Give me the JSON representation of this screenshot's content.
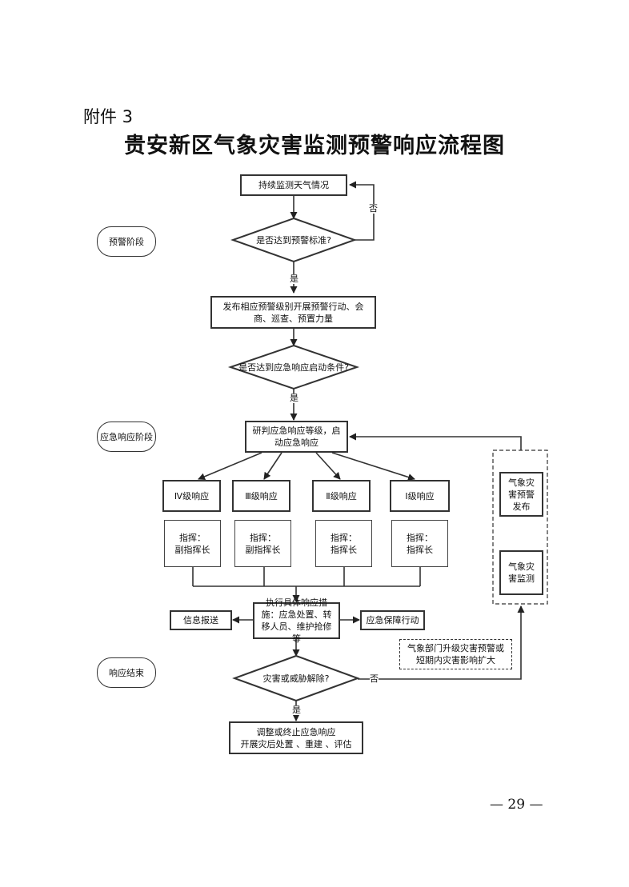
{
  "header": {
    "attachment": "附件 3",
    "title": "贵安新区气象灾害监测预警响应流程图"
  },
  "stages": {
    "warning": "预警阶段",
    "emergency": "应急响应阶段",
    "end": "响应结束"
  },
  "nodes": {
    "monitor": "持续监测天气情况",
    "q_warning": "是否达到预警标准?",
    "issue_warning": "发布相应预警级别开展预警行动、会商、巡查、预置力量",
    "q_emergency": "是否达到应急响应启动条件?",
    "judge": "研判应急响应等级，启动应急响应",
    "levels": [
      {
        "name": "Ⅳ级响应",
        "command": "指挥：\n副指挥长"
      },
      {
        "name": "Ⅲ级响应",
        "command": "指挥：\n副指挥长"
      },
      {
        "name": "Ⅱ级响应",
        "command": "指挥：\n指挥长"
      },
      {
        "name": "Ⅰ级响应",
        "command": "指挥：\n指挥长"
      }
    ],
    "execute": "执行具体响应措施：应急处置、转移人员、维护抢修等",
    "info_report": "信息报送",
    "support": "应急保障行动",
    "q_lifted": "灾害或威胁解除?",
    "adjust": "调整或终止应急响应\n开展灾后处置 、重建 、评估",
    "meteo_warning": "气象灾害预警发布",
    "meteo_monitor": "气象灾害监测",
    "upgrade": "气象部门升级灾害预警或短期内灾害影响扩大"
  },
  "edge_labels": {
    "no1": "否",
    "yes1": "是",
    "yes2": "是",
    "no2": "否",
    "yes3": "是"
  },
  "footer": {
    "page": "— 29 —"
  }
}
